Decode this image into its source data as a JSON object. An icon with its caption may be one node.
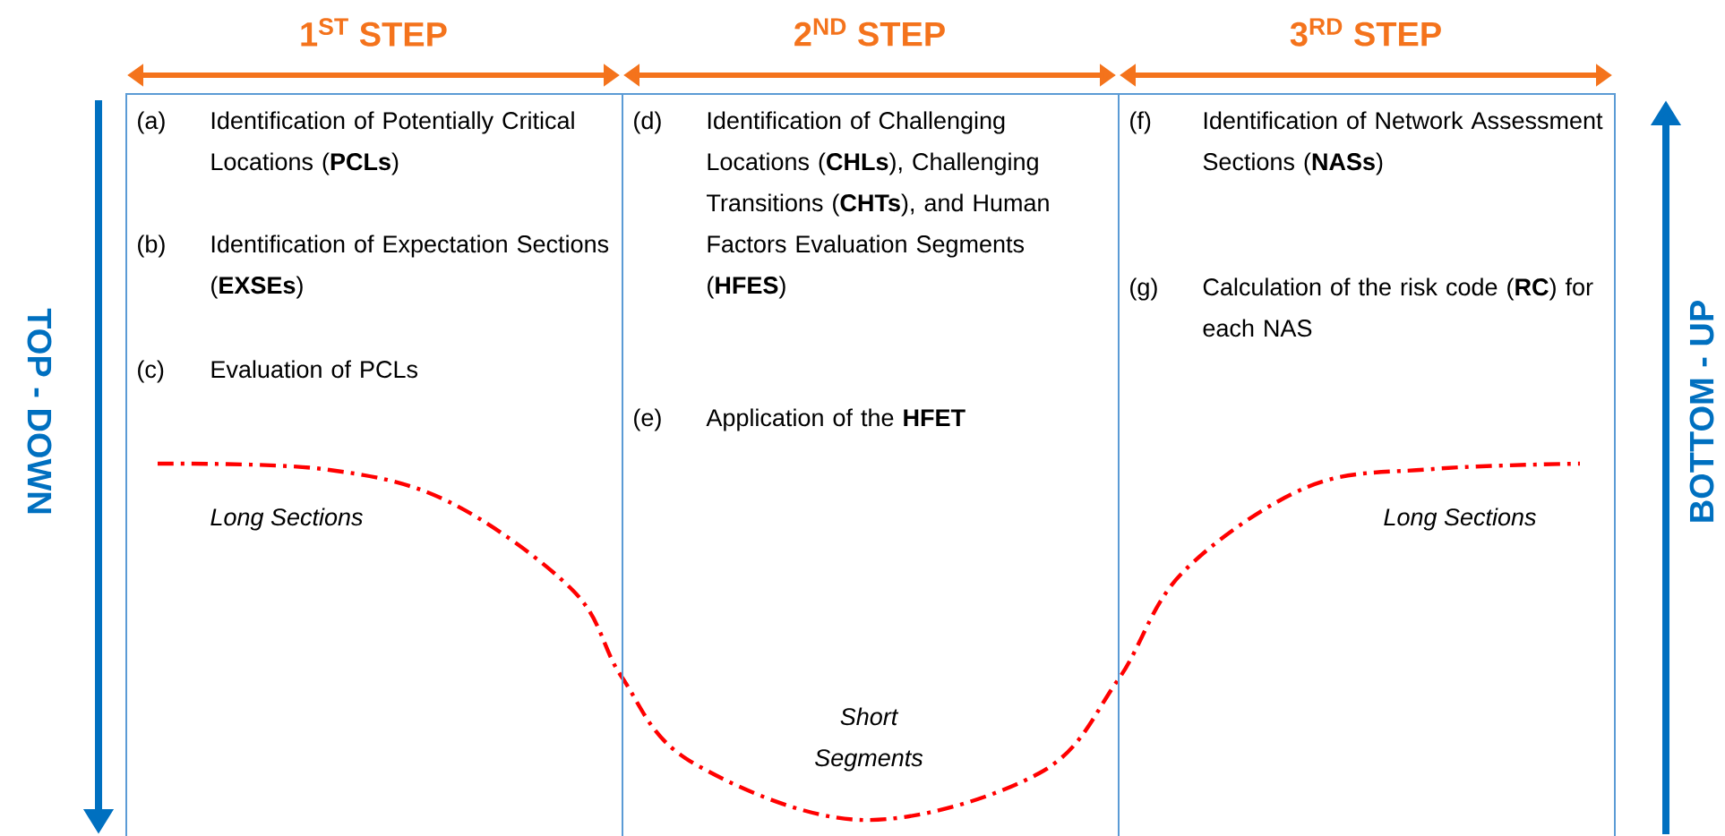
{
  "diagram": {
    "nodes": [
      {
        "text": [
          "\\mathbf{1^{ST}\\ STEP}",
          "(a)",
          "Identification of Potentially Critical Locations (**PCLs**)",
          "(b)",
          "Identification of Expectation Sections (**EXSEs**)",
          "(c)",
          "Evaluation of PCLs"
        ]
      },
      {
        "text": [
          "\\mathbf{2^{ND}\\ STEP}",
          "(d)",
          "Identification of Challenging Locations (**CHLs**), Challenging Transitions (**CHTs**), and Human Factors Evaluation Segments (**HFES**)",
          "(e)",
          "Application of the **HFET**"
        ]
      },
      {
        "text": [
          "\\mathbf{3^{RD}\\ STEP}",
          "(f)",
          "Identification of Network Assessment Sections (**NASs**)",
          "(g)",
          "Calculation of the risk code (**RC**) for each NAS"
        ]
      }
    ],
    "labels": [
      "TOP - DOWN",
      "Long Sections",
      "Short Segments",
      "Long Sections",
      "BOTTOM - UP"
    ]
  }
}
